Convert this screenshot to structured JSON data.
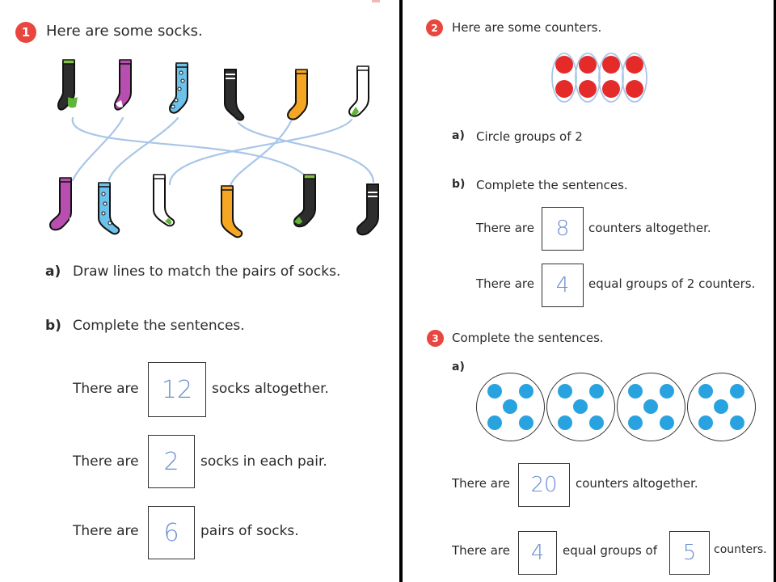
{
  "left": {
    "q1_number": "1",
    "q1_title": "Here are some socks.",
    "part_a_label": "a)",
    "part_a_text": "Draw lines to match the pairs of socks.",
    "part_b_label": "b)",
    "part_b_text": "Complete the sentences.",
    "sentences": [
      {
        "prefix": "There are",
        "answer": "12",
        "suffix": "socks altogether."
      },
      {
        "prefix": "There are",
        "answer": "2",
        "suffix": "socks in each pair."
      },
      {
        "prefix": "There are",
        "answer": "6",
        "suffix": "pairs of socks."
      }
    ]
  },
  "right": {
    "q2_number": "2",
    "q2_title": "Here are some counters.",
    "part_a_label": "a)",
    "part_a_text": "Circle groups of 2",
    "part_b_label": "b)",
    "part_b_text": "Complete the sentences.",
    "q2_sentences": [
      {
        "prefix": "There are",
        "answer": "8",
        "suffix": "counters altogether."
      },
      {
        "prefix": "There are",
        "answer": "4",
        "suffix": "equal groups of 2 counters."
      }
    ],
    "q3_number": "3",
    "q3_title": "Complete the sentences.",
    "q3_part_a_label": "a)",
    "q3_sentence1": {
      "prefix": "There are",
      "answer": "20",
      "suffix": "counters altogether."
    },
    "q3_sentence2": {
      "prefix": "There are",
      "answer1": "4",
      "middle": "equal groups of",
      "answer2": "5",
      "suffix": "counters."
    }
  },
  "colors": {
    "badge": "#e8463f",
    "counter_red": "#e52a2a",
    "counter_blue": "#29a3e0",
    "handwriting": "#6c8fd0",
    "match_line": "#a9c6e8"
  },
  "icons": [
    "sock-icon",
    "red-counter-icon",
    "blue-counter-icon"
  ]
}
